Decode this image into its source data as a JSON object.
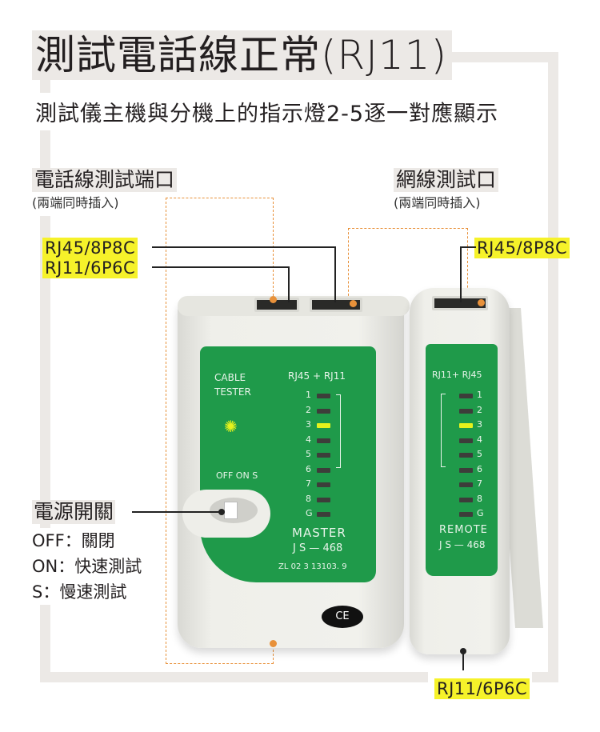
{
  "title": "測試電話線正常(RJ11)",
  "subtitle": "測試儀主機與分機上的指示燈2-5逐一對應顯示",
  "left_port": {
    "heading": "電話線測試端口",
    "note": "(兩端同時插入)"
  },
  "right_port": {
    "heading": "網線測試口",
    "note": "(兩端同時插入)"
  },
  "labels": {
    "rj45_left": "RJ45/8P8C",
    "rj11_left": "RJ11/6P6C",
    "rj45_right": "RJ45/8P8C",
    "rj11_bottom": "RJ11/6P6C"
  },
  "power": {
    "heading": "電源開關",
    "off": "OFF：關閉",
    "on": "ON：快速測試",
    "s": "S：慢速測試"
  },
  "master": {
    "brand1": "CABLE",
    "brand2": "TESTER",
    "header": "RJ45 + RJ11",
    "switch": "OFF ON  S",
    "name": "MASTER",
    "model": "J S  — 468",
    "serial": "ZL 02 3 13103. 9",
    "pins": [
      "1",
      "2",
      "3",
      "4",
      "5",
      "6",
      "7",
      "8",
      "G"
    ],
    "lit_pin": "3"
  },
  "remote": {
    "header": "RJ11+ RJ45",
    "name": "REMOTE",
    "model": "J S  — 468",
    "pins": [
      "1",
      "2",
      "3",
      "4",
      "5",
      "6",
      "7",
      "8",
      "G"
    ],
    "lit_pin": "3"
  },
  "ce": "CE",
  "colors": {
    "frame": "#ece9e6",
    "highlight": "#f6f22a",
    "green": "#1f9a4a",
    "orange": "#e8913a"
  }
}
